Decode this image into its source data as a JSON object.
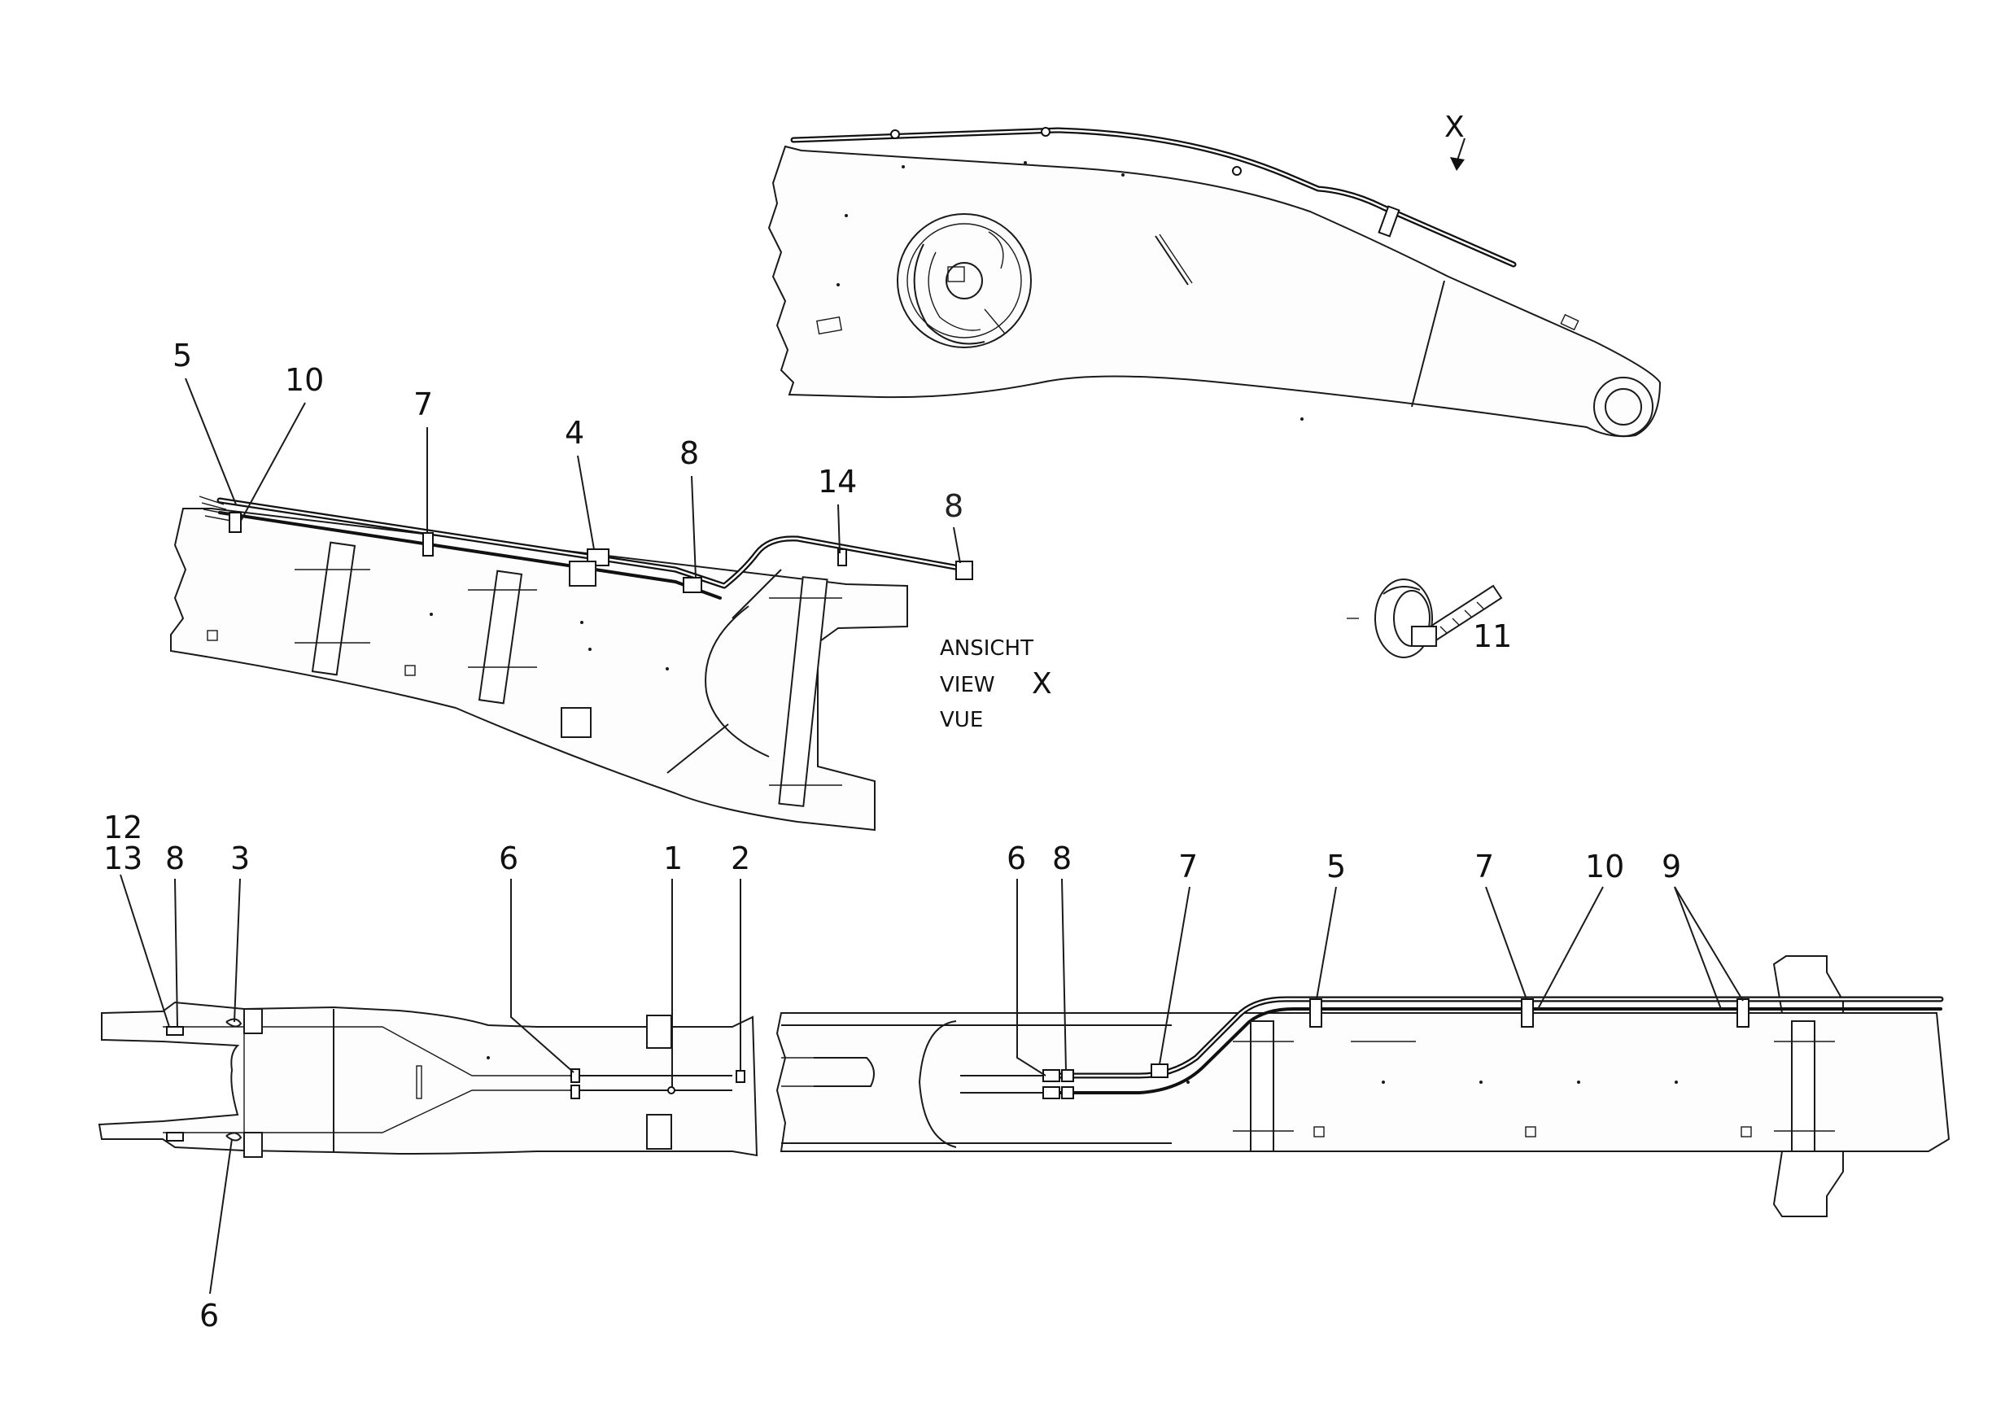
{
  "view_label": {
    "line1": "ANSICHT",
    "line2": "VIEW",
    "line3": "VUE",
    "view_letter": "X"
  },
  "view_marker": "X",
  "callouts": {
    "top_view": [
      "5",
      "10",
      "7",
      "4",
      "8",
      "14",
      "8"
    ],
    "detail": [
      "11"
    ],
    "lower_left": [
      "12",
      "13",
      "8",
      "3",
      "6",
      "1",
      "2",
      "6"
    ],
    "lower_right": [
      "6",
      "8",
      "7",
      "5",
      "7",
      "10",
      "9"
    ]
  }
}
